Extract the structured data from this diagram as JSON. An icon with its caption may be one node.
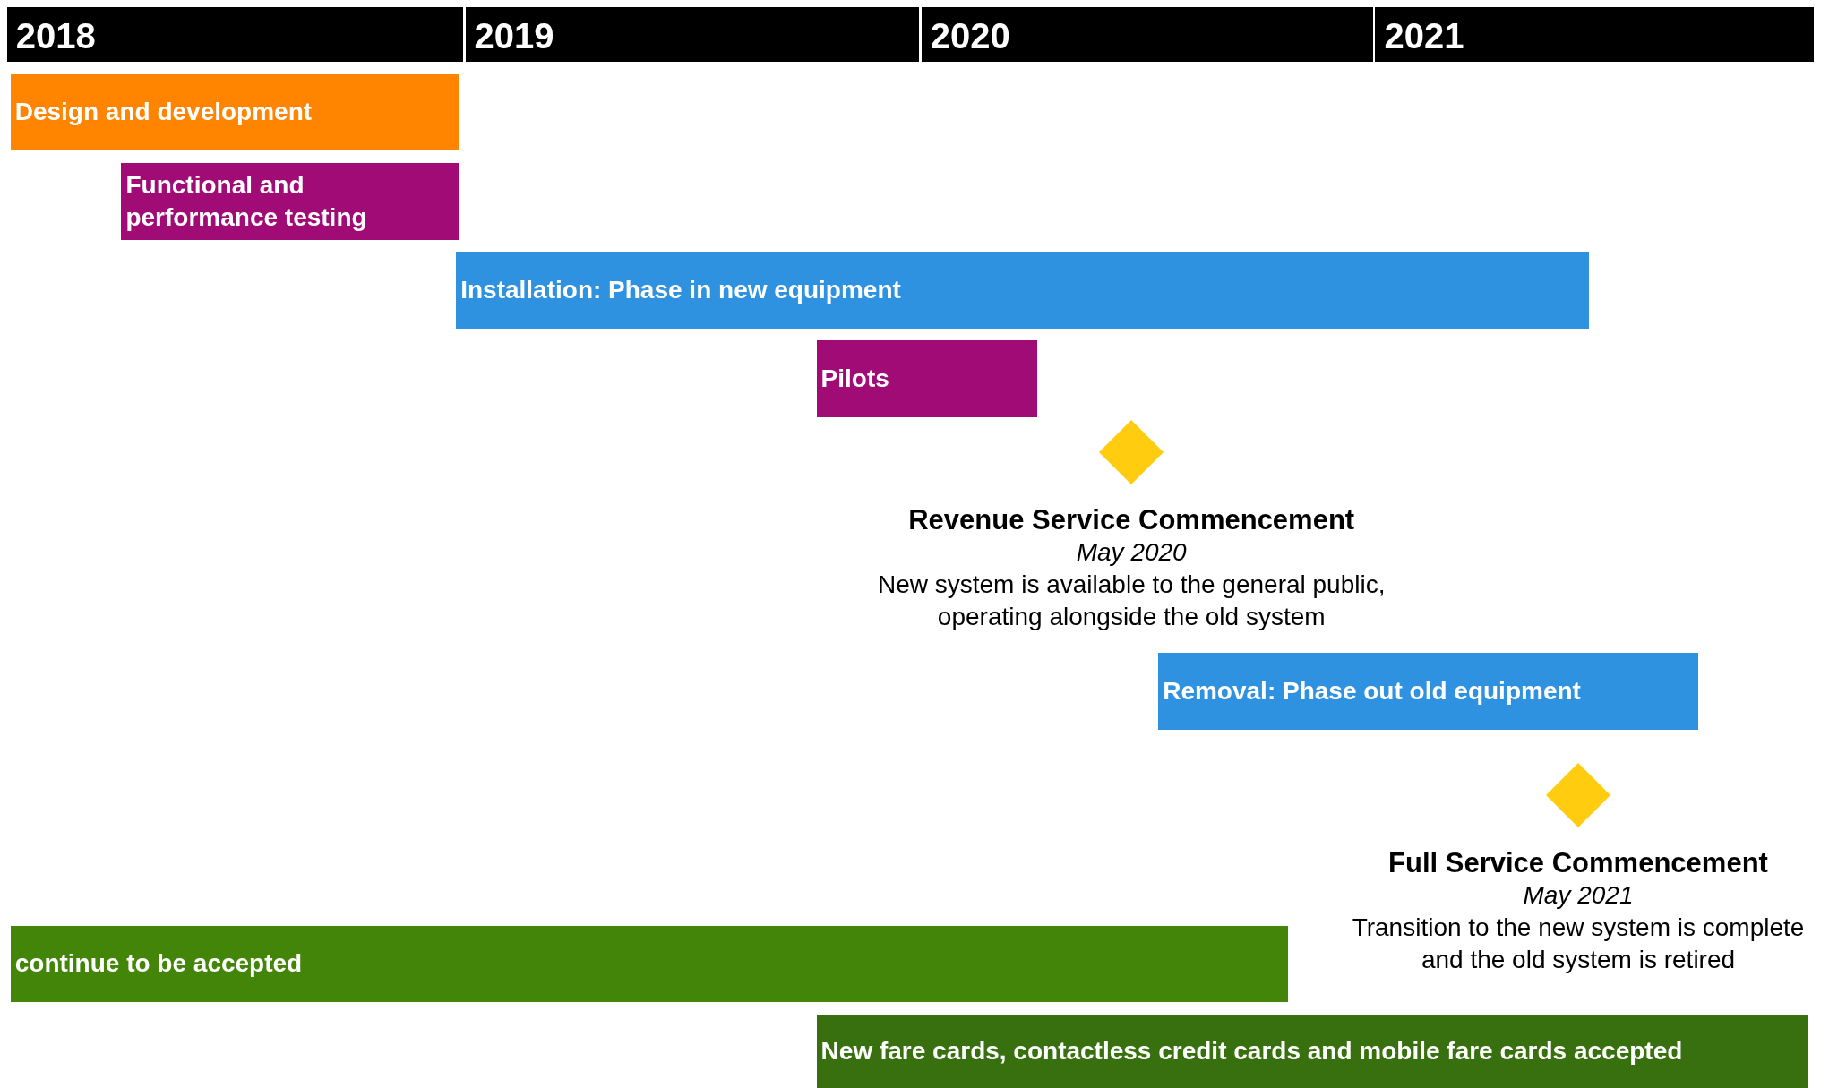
{
  "diagram": {
    "nodes": [
      {
        "text": [
          "2018"
        ]
      },
      {
        "text": [
          "2019"
        ]
      },
      {
        "text": [
          "2020"
        ]
      },
      {
        "text": [
          "2021"
        ]
      },
      {
        "text": [
          "Design and development"
        ]
      },
      {
        "text": [
          "Functional and performance testing"
        ]
      },
      {
        "text": [
          "Installation: Phase in new equipment"
        ]
      },
      {
        "text": [
          "Pilots"
        ]
      },
      {
        "text": [
          "Revenue Service Commencement",
          "May 2020",
          "New system is available to the general public, operating alongside the old system"
        ]
      },
      {
        "text": [
          "Removal: Phase out old equipment"
        ]
      },
      {
        "text": [
          "Full Service Commencement",
          "May 2021",
          "Transition to the new system is complete and the old system is retired"
        ]
      },
      {
        "text": [
          "continue to be accepted"
        ]
      },
      {
        "text": [
          "New fare cards, contactless credit cards and mobile fare cards accepted"
        ]
      }
    ]
  }
}
